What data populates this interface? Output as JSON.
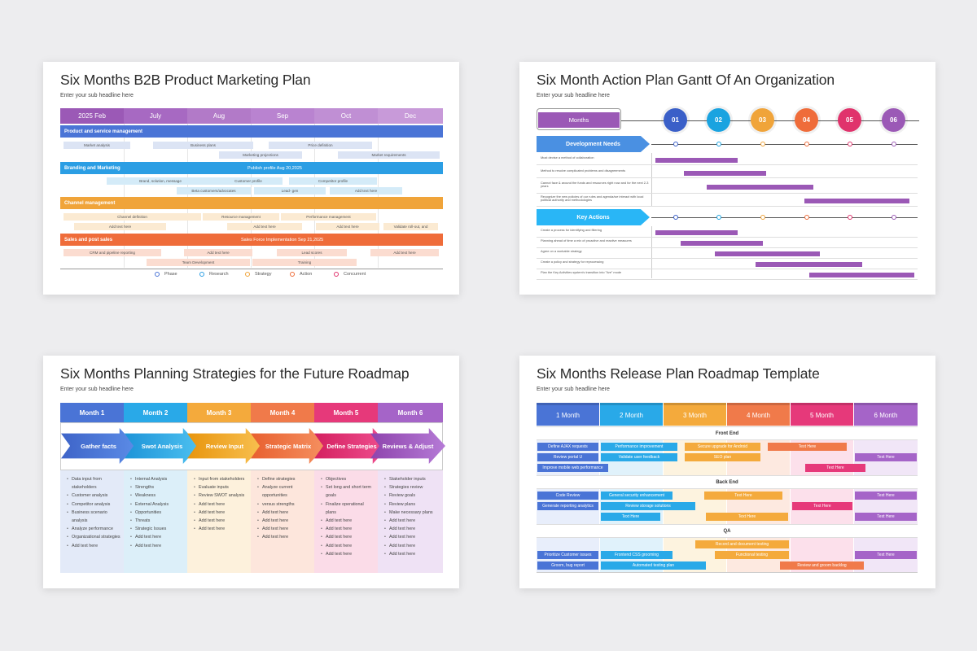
{
  "slide1": {
    "title": "Six Months B2B Product Marketing Plan",
    "subtitle": "Enter your sub headline here",
    "months": [
      "2025 Feb",
      "July",
      "Aug",
      "Sep",
      "Oct",
      "Dec"
    ],
    "sections": [
      {
        "name": "Product and service management",
        "mid": ""
      },
      {
        "name": "Branding and Marketing",
        "mid": "Publish profile Aug 20,2025"
      },
      {
        "name": "Channel management",
        "mid": ""
      },
      {
        "name": "Sales and post sales",
        "mid": "Sales Force Implementation Sep 21,2025"
      }
    ],
    "bars": {
      "b1": "Market analysis",
      "b2": "Business plans",
      "b3": "Price definition",
      "b4": "Marketing projections",
      "b5": "Market requirements",
      "b6": "Brand, solution, message",
      "b7": "Customer profile",
      "b8": "Competitor profile",
      "b9": "Beta customers/advocates",
      "b10": "Lead- gen",
      "b11": "Add text here",
      "b12": "Channel definition",
      "b13": "Resource management",
      "b14": "Performance management",
      "b15": "Add text here",
      "b16": "Add text here",
      "b17": "Add text here",
      "b18": "Validate roll-out, and",
      "b19": "CRM and pipeline reporting",
      "b20": "Add text here",
      "b21": "Lead scores",
      "b22": "Add text here",
      "b23": "Team Development",
      "b24": "Training"
    },
    "legend": [
      "Phase",
      "Research",
      "Strategy",
      "Action",
      "Concurrent"
    ]
  },
  "slide2": {
    "title": "Six Month Action Plan Gantt Of An Organization",
    "subtitle": "Enter your sub headline here",
    "months_label": "Months",
    "circles": [
      "01",
      "02",
      "03",
      "04",
      "05",
      "06"
    ],
    "dev_label": "Development Needs",
    "dev_rows": [
      "Must devise a method of collaboration",
      "Method to resolve complicated problems and disagreements",
      "Cannot face & around the funds and resources right now and for the next 2-3 years",
      "Recognize the new policies of our rules and agenda/we interact with local political authority and methodologies"
    ],
    "key_label": "Key Actions",
    "key_rows": [
      "Create a process for identifying and filtering",
      "Planning ahead of time a mix of proactive and reactive measures",
      "Agree on a workable strategy",
      "Create a policy and strategy for reprocessing",
      "Plan the Key Activities system's transition into \"live\" mode"
    ]
  },
  "slide3": {
    "title": "Six Months Planning Strategies for the Future Roadmap",
    "subtitle": "Enter your sub headline here",
    "months": [
      "Month 1",
      "Month 2",
      "Month 3",
      "Month 4",
      "Month 5",
      "Month 6"
    ],
    "arrows": [
      "Gather facts",
      "Swot Analysis",
      "Review Input",
      "Strategic Matrix",
      "Define Strategies",
      "Reviews & Adjust"
    ],
    "lists": [
      [
        "Data input from stakeholders",
        "Customer analysis",
        "Competitor analysis",
        "Business scenario analysis",
        "Analyze performance",
        "Organizational strategies",
        "Add text here"
      ],
      [
        "Internal Analysis",
        "Strengths",
        "Weakness",
        "External Analysis",
        "Opportunities",
        "Threats",
        "Strategic Issues",
        "Add text here",
        "Add text here"
      ],
      [
        "Input from stakeholders",
        "Evaluate inputs",
        "Review SWOT analysis",
        "Add text here",
        "Add text here",
        "Add text here",
        "Add text here"
      ],
      [
        "Define strategies",
        "Analyze current opportunities",
        "versus strengths",
        "Add text here",
        "Add text here",
        "Add text here",
        "Add text here"
      ],
      [
        "Objectives",
        "Set long and short term goals",
        "Finalize operational plans",
        "Add text here",
        "Add text here",
        "Add text here",
        "Add text here",
        "Add text here"
      ],
      [
        "Stakeholder inputs",
        "Strategies review",
        "Review goals",
        "Review plans",
        "Make necessary plans",
        "Add text here",
        "Add text here",
        "Add text here",
        "Add text here",
        "Add text here"
      ]
    ]
  },
  "slide4": {
    "title": "Six Months Release Plan Roadmap Template",
    "subtitle": "Enter your sub headline here",
    "months": [
      "1 Month",
      "2 Month",
      "3 Month",
      "4 Month",
      "5 Month",
      "6 Month"
    ],
    "bands": [
      "Front End",
      "Back End",
      "QA"
    ],
    "tasks": {
      "f1": "Define AJAX requests",
      "f2": "Performance improvement",
      "f3": "Secure upgrade for Android",
      "f4": "Text Here",
      "f5": "Review portal U",
      "f6": "Validate user feedback",
      "f7": "SEO plan",
      "f8": "Text Here",
      "f9": "Improve mobile web performance",
      "f10": "Text Here",
      "b1": "Code Review",
      "b2": "General security enhancement",
      "b3": "Text Here",
      "b4": "Text Here",
      "b5": "Generate reporting analytics",
      "b6": "Review storage solutions",
      "b7": "Text Here",
      "b8": "Text Here",
      "b9": "Text Here",
      "b10": "Text Here",
      "q1": "Record and document testing",
      "q2": "Prioritize Customer issues",
      "q3": "Frontend CSS grooming",
      "q4": "Functional testing",
      "q5": "Text Here",
      "q6": "Groom, bug report",
      "q7": "Automated testing plan",
      "q8": "Review and groom backlog"
    }
  }
}
